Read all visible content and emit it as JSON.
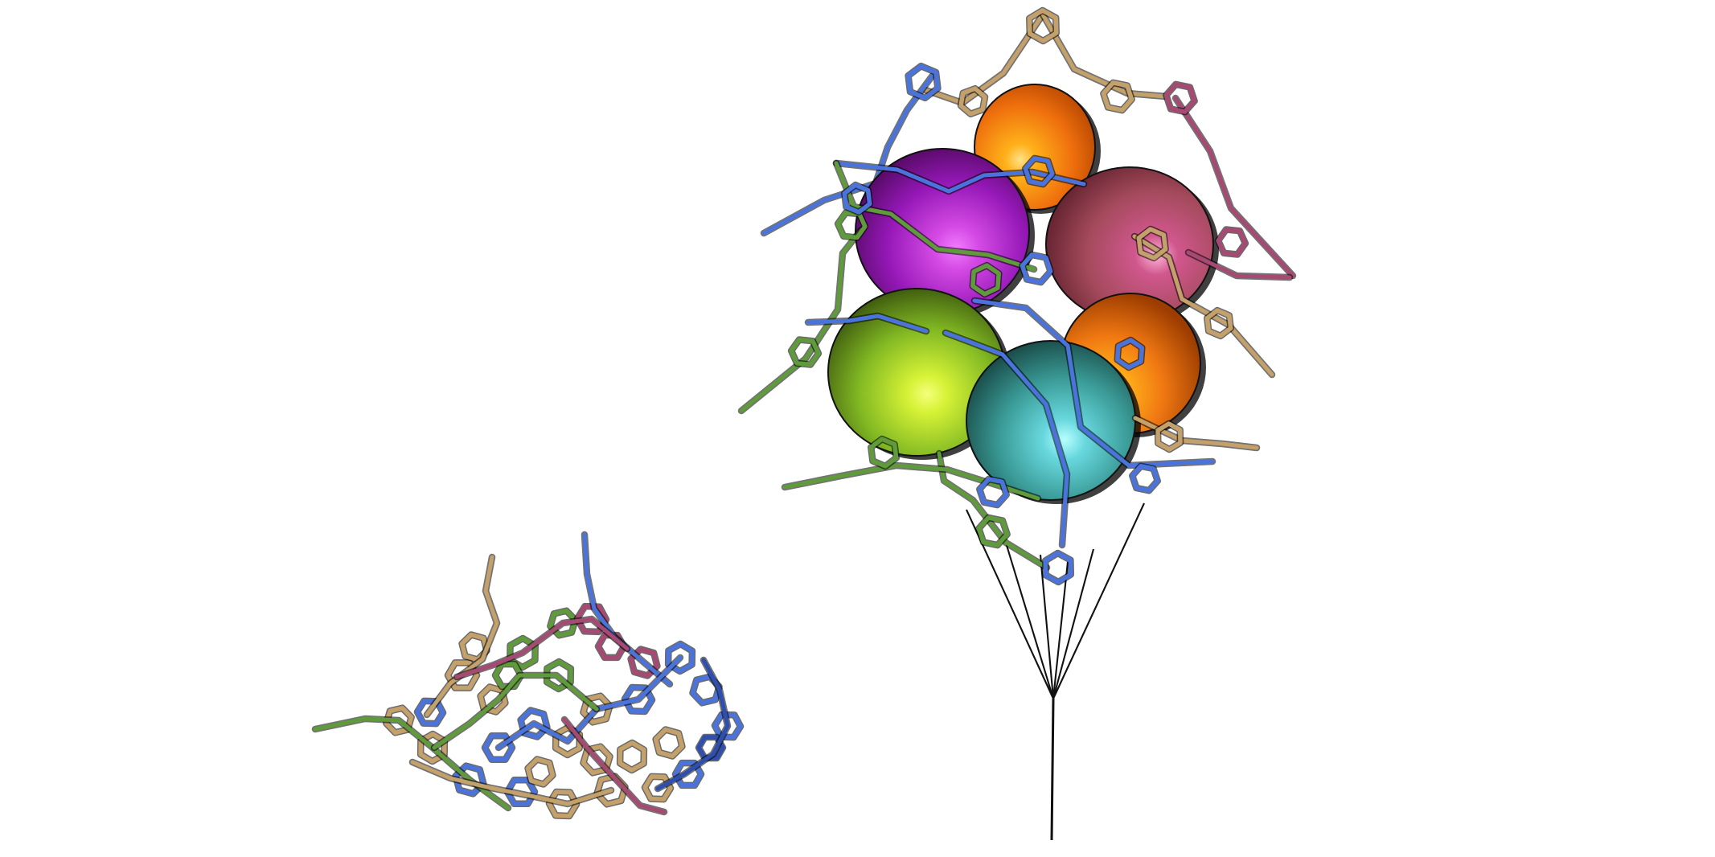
{
  "scene": {
    "background": "#ffffff"
  },
  "colors": {
    "tan": "#c4a06a",
    "blue": "#4a74dc",
    "blue_dark": "#2f4fae",
    "green": "#5f9a3b",
    "magenta": "#a64a73",
    "orange": "#f07a14",
    "purple": "#8f16b0",
    "rose": "#a24a5c",
    "lime": "#82b923",
    "teal": "#2a7d78",
    "string": "#111111"
  },
  "figures": [
    {
      "name": "molecular-aggregate",
      "strand_colors": [
        "tan",
        "blue",
        "green",
        "magenta"
      ]
    },
    {
      "name": "balloon-bouquet",
      "balloons": [
        {
          "name": "balloon-orange-top",
          "color": "orange",
          "highlight": "#ffe28a"
        },
        {
          "name": "balloon-purple",
          "color": "purple",
          "highlight": "#f27cff"
        },
        {
          "name": "balloon-rose",
          "color": "rose",
          "highlight": "#ffb6d8"
        },
        {
          "name": "balloon-orange-right",
          "color": "orange",
          "highlight": "#ffe45f"
        },
        {
          "name": "balloon-lime",
          "color": "lime",
          "highlight": "#f4ff7a"
        },
        {
          "name": "balloon-teal",
          "color": "teal",
          "highlight": "#b8ffff"
        }
      ],
      "cage_colors": [
        "tan",
        "blue",
        "green",
        "magenta"
      ]
    }
  ]
}
